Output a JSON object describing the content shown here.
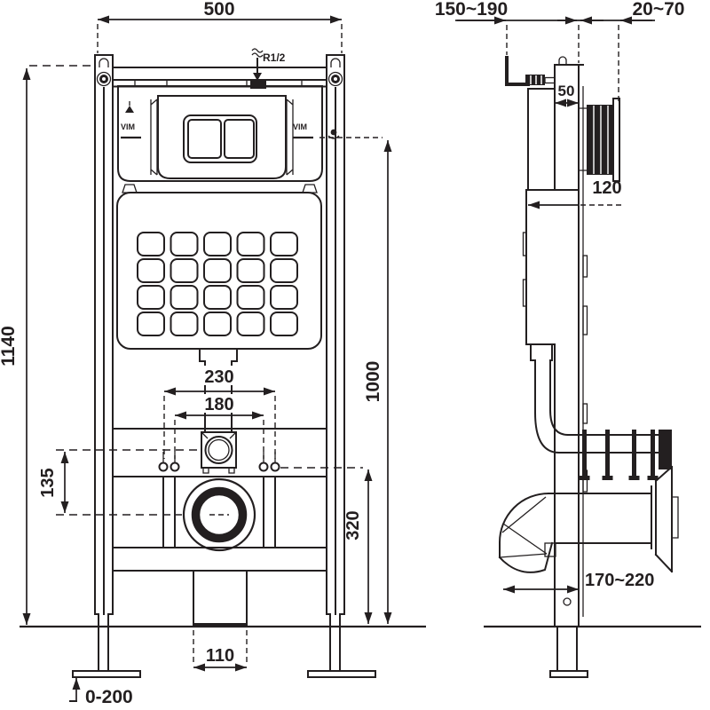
{
  "front": {
    "width": "500",
    "height": "1140",
    "button_height": "1000",
    "pipe_span": "230",
    "bolt_span": "180",
    "drop": "135",
    "outlet_height": "320",
    "bracket_width": "110",
    "foot_adjust": "0-200",
    "inlet": "R1/2",
    "brand": "VIM"
  },
  "side": {
    "wall_range": "150~190",
    "plate_range": "20~70",
    "rail_depth": "50",
    "body_depth": "120",
    "outlet_range": "170~220"
  },
  "ink": "#231f20"
}
